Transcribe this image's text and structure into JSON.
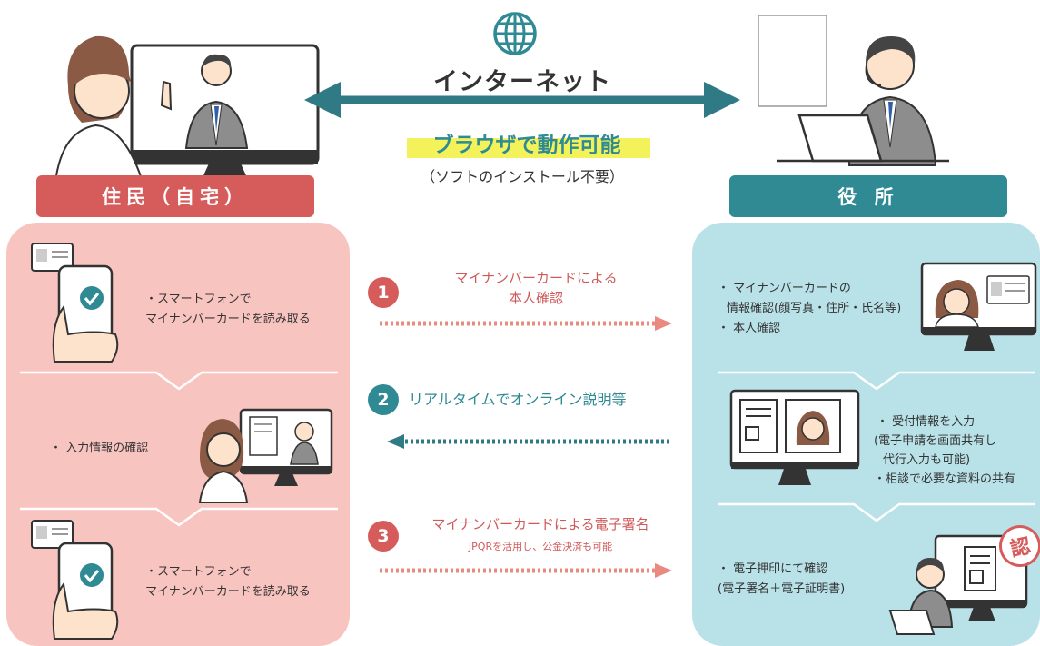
{
  "network": {
    "title": "インターネット",
    "browser_label": "ブラウザで動作可能",
    "browser_note": "（ソフトのインストール不要）"
  },
  "residents": {
    "header": "住民（自宅）",
    "color": "#d65c5c",
    "panel_color": "#f8c4c0",
    "items": [
      {
        "text_line1": "・スマートフォンで",
        "text_line2": "マイナンバーカードを読み取る"
      },
      {
        "text_line1": "・ 入力情報の確認"
      },
      {
        "text_line1": "・スマートフォンで",
        "text_line2": "マイナンバーカードを読み取る"
      }
    ]
  },
  "office": {
    "header": "役 所",
    "color": "#2f8a94",
    "panel_color": "#b9e1e8",
    "items": [
      {
        "lines": [
          "・ マイナンバーカードの",
          "情報確認(顔写真・住所・氏名等)",
          "・ 本人確認"
        ]
      },
      {
        "lines": [
          "・ 受付情報を入力",
          "(電子申請を画面共有し",
          "代行入力も可能)",
          "・相談で必要な資料の共有"
        ]
      },
      {
        "lines": [
          "・ 電子押印にて確認",
          "(電子署名＋電子証明書)"
        ],
        "seal": "認"
      }
    ]
  },
  "steps": [
    {
      "number": "1",
      "title_line1": "マイナンバーカードによる",
      "title_line2": "本人確認",
      "color": "#d65c5c"
    },
    {
      "number": "2",
      "title_line1": "リアルタイムでオンライン説明等",
      "color": "#2f8a94"
    },
    {
      "number": "3",
      "title_line1": "マイナンバーカードによる電子署名",
      "subtitle": "JPQRを活用し、公金決済も可能",
      "color": "#d65c5c"
    }
  ]
}
